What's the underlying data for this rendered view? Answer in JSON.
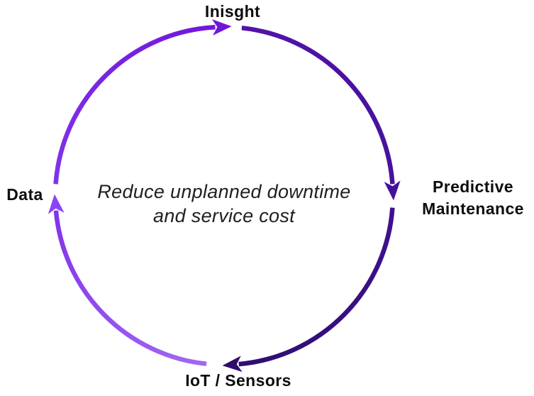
{
  "diagram": {
    "type": "cycle",
    "direction": "clockwise",
    "nodes": {
      "top": {
        "label": "Inisght"
      },
      "right": {
        "line1": "Predictive",
        "line2": "Maintenance"
      },
      "bottom": {
        "label": "IoT / Sensors"
      },
      "left": {
        "label": "Data"
      }
    },
    "center_caption": {
      "line1": "Reduce unplanned downtime",
      "line2": "and service cost"
    },
    "colors": {
      "background": "#ffffff",
      "label_text": "#0d0d0d",
      "caption_text": "#1f1f1f",
      "arc_left_to_top": {
        "start": "#8134EA",
        "end": "#7017DB"
      },
      "arc_top_to_right": {
        "start": "#5113A8",
        "end": "#46129C"
      },
      "arc_right_to_bottom": {
        "start": "#3F118E",
        "end": "#2F0D70"
      },
      "arc_bottom_to_left": {
        "start": "#A368F2",
        "end": "#8134EA"
      },
      "arrow_top": "#6E16D8",
      "arrow_right": "#44119A",
      "arrow_bottom": "#2E0D6B",
      "arrow_left": "#8A45F4"
    }
  }
}
